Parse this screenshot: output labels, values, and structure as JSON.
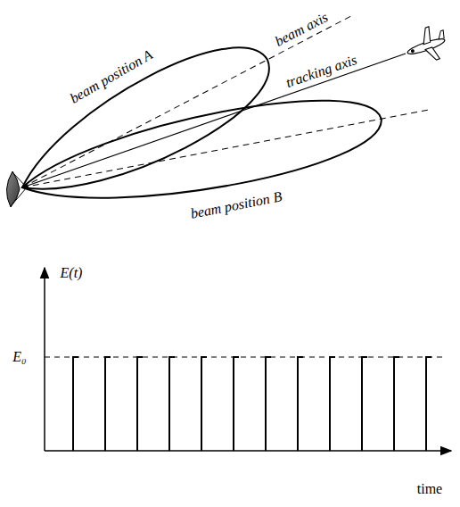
{
  "diagram": {
    "labels": [
      "beam position A",
      "beam axis",
      "tracking axis",
      "beam position B",
      "E(t)",
      "E₀",
      "time"
    ]
  }
}
